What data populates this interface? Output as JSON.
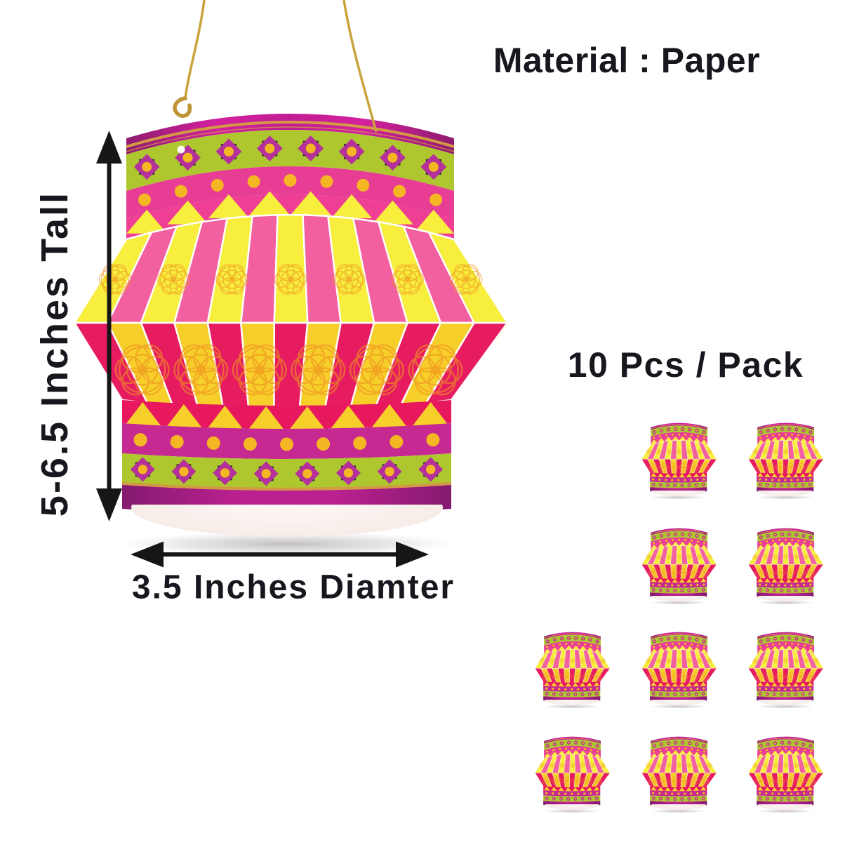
{
  "labels": {
    "material": "Material : Paper",
    "pack": "10 Pcs / Pack",
    "height": "5-6.5 Inches Tall",
    "diameter": "3.5 Inches Diamter"
  },
  "pack_info": {
    "pieces_per_pack": 10,
    "grid_rows": [
      2,
      2,
      3,
      3
    ]
  },
  "palette": {
    "background": "#ffffff",
    "annotation_text": "#19171e",
    "arrow": "#161616",
    "band_magenta": "#c11d92",
    "band_magenta_dark": "#8f1b6d",
    "band_green": "#aec72f",
    "band_pink": "#e73d94",
    "zigzag_pink": "#ee3f94",
    "stripe_yellow": "#f7ee3e",
    "stripe_pink": "#f2609f",
    "stripe_deep_pink": "#e71b60",
    "stripe_deep_yellow": "#f7cf2b",
    "zigzag_deep_pink": "#e7185e",
    "bottom_dot_band": "#c62a92",
    "dot_orange": "#f5b623",
    "spiro_orange": "#ef9420",
    "medallion_magenta": "#b5309b",
    "gold_trim": "#d29a44",
    "gold_string": "#c9a43b"
  }
}
